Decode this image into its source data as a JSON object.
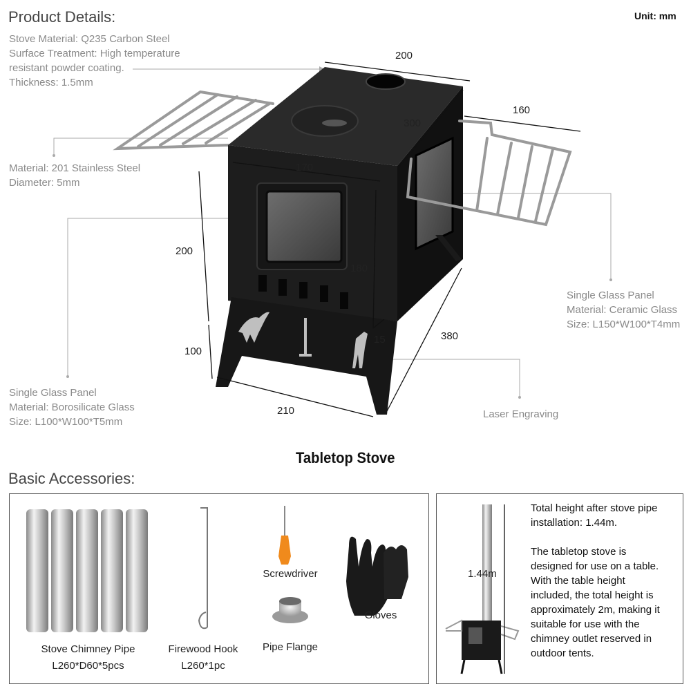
{
  "header": {
    "product_details_title": "Product Details:",
    "unit_label": "Unit: mm"
  },
  "annotations": {
    "stove_material": [
      "Stove Material: Q235 Carbon Steel",
      "Surface Treatment: High temperature",
      "resistant powder coating.",
      "Thickness: 1.5mm"
    ],
    "rack_material": [
      "Material: 201 Stainless Steel",
      "Diameter: 5mm"
    ],
    "front_glass": [
      "Single Glass Panel",
      "Material: Borosilicate Glass",
      "Size: L100*W100*T5mm"
    ],
    "side_glass": [
      "Single Glass Panel",
      "Material: Ceramic Glass",
      "Size: L150*W100*T4mm"
    ],
    "laser": "Laser Engraving"
  },
  "dimensions": {
    "top_width": "200",
    "top_depth": "300",
    "rack_length": "160",
    "door_width": "170",
    "body_height": "200",
    "door_height": "180",
    "gap": "15",
    "side_depth": "380",
    "leg_height": "100",
    "base_width": "210"
  },
  "product_title": "Tabletop Stove",
  "accessories": {
    "section_title": "Basic Accessories:",
    "chimney": {
      "name": "Stove Chimney Pipe",
      "spec": "L260*D60*5pcs"
    },
    "hook": {
      "name": "Firewood Hook",
      "spec": "L260*1pc"
    },
    "screwdriver": {
      "name": "Screwdriver"
    },
    "flange": {
      "name": "Pipe Flange"
    },
    "gloves": {
      "name": "Gloves"
    }
  },
  "install": {
    "height_label": "1.44m",
    "text1": [
      "Total height after stove pipe",
      "installation: 1.44m."
    ],
    "text2": [
      "The tabletop stove is",
      "designed for use on a table.",
      "With the table height",
      "included, the total height is",
      "approximately 2m, making it",
      "suitable for use with the",
      "chimney outlet reserved in",
      "outdoor tents."
    ]
  }
}
